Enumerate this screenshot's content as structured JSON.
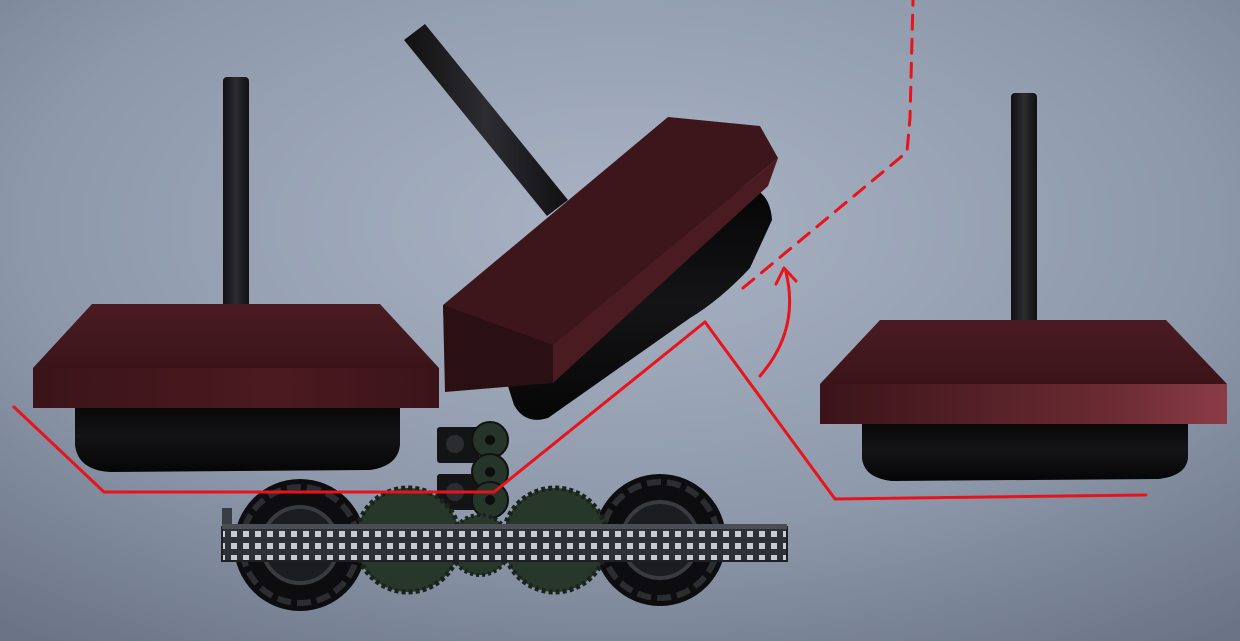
{
  "scene": {
    "description_visible_text": "",
    "colors": {
      "background_center": "#a4aec0",
      "background_edge": "#6f7a8c",
      "cap_body": "#3e161c",
      "cap_dark": "#1c0a0c",
      "cap_highlight": "#8a3a44",
      "tray_black": "#0c0c0e",
      "rod": "#1e1e22",
      "annotation_red": "#e8141c",
      "gear_green": "#2a3a2c",
      "chassis_metal": "#2b2e33"
    },
    "objects": [
      {
        "name": "left-cap",
        "state": "resting"
      },
      {
        "name": "center-cap",
        "state": "tilted"
      },
      {
        "name": "right-cap",
        "state": "resting"
      },
      {
        "name": "robot-drivetrain",
        "state": "static"
      }
    ],
    "annotations": [
      {
        "name": "left-outline",
        "style": "solid"
      },
      {
        "name": "right-outline",
        "style": "solid"
      },
      {
        "name": "rotation-arrow",
        "style": "solid"
      },
      {
        "name": "swing-path",
        "style": "dashed"
      }
    ]
  }
}
